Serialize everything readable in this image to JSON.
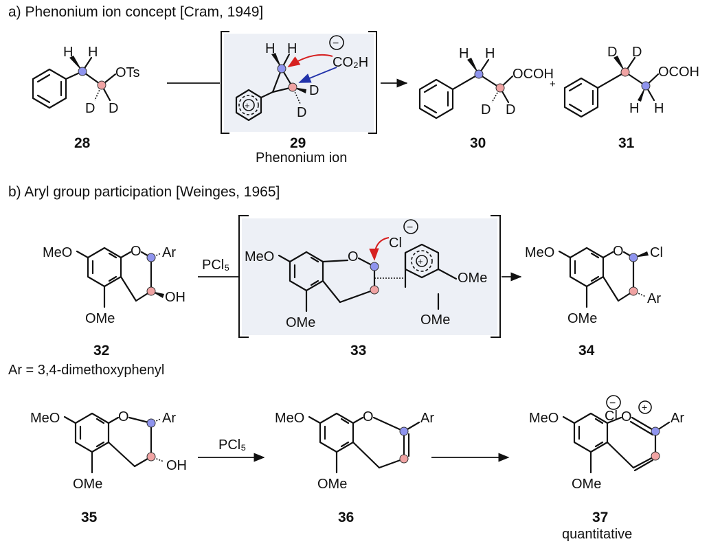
{
  "section_a": {
    "title": "a) Phenonium ion concept [Cram, 1949]"
  },
  "section_b": {
    "title": "b) Aryl group participation [Weinges, 1965]"
  },
  "compounds": {
    "c28": {
      "number": "28"
    },
    "c29": {
      "number": "29",
      "caption": "Phenonium ion"
    },
    "c30": {
      "number": "30"
    },
    "c31": {
      "number": "31"
    },
    "c32": {
      "number": "32",
      "note": "Ar = 3,4-dimethoxyphenyl"
    },
    "c33": {
      "number": "33"
    },
    "c34": {
      "number": "34"
    },
    "c35": {
      "number": "35"
    },
    "c36": {
      "number": "36"
    },
    "c37": {
      "number": "37",
      "caption": "quantitative"
    }
  },
  "atoms": {
    "H": "H",
    "D": "D",
    "OTs": "OTs",
    "CO2H": "CO₂H",
    "OCOH": "OCOH",
    "MeO": "MeO",
    "OMe": "OMe",
    "O": "O",
    "OH": "OH",
    "Ar": "Ar",
    "Cl": "Cl",
    "plus_sep": "+",
    "minus_charge": "−",
    "plus_charge": "+"
  },
  "reagents": {
    "pcl5_a": "PCl₅",
    "pcl5_b": "PCl₅"
  },
  "colors": {
    "blue_atom": "#8f94ee",
    "red_atom": "#f0a3a3",
    "red_arrow": "#d62020",
    "blue_arrow": "#2233aa",
    "box": "#edf0f6"
  }
}
